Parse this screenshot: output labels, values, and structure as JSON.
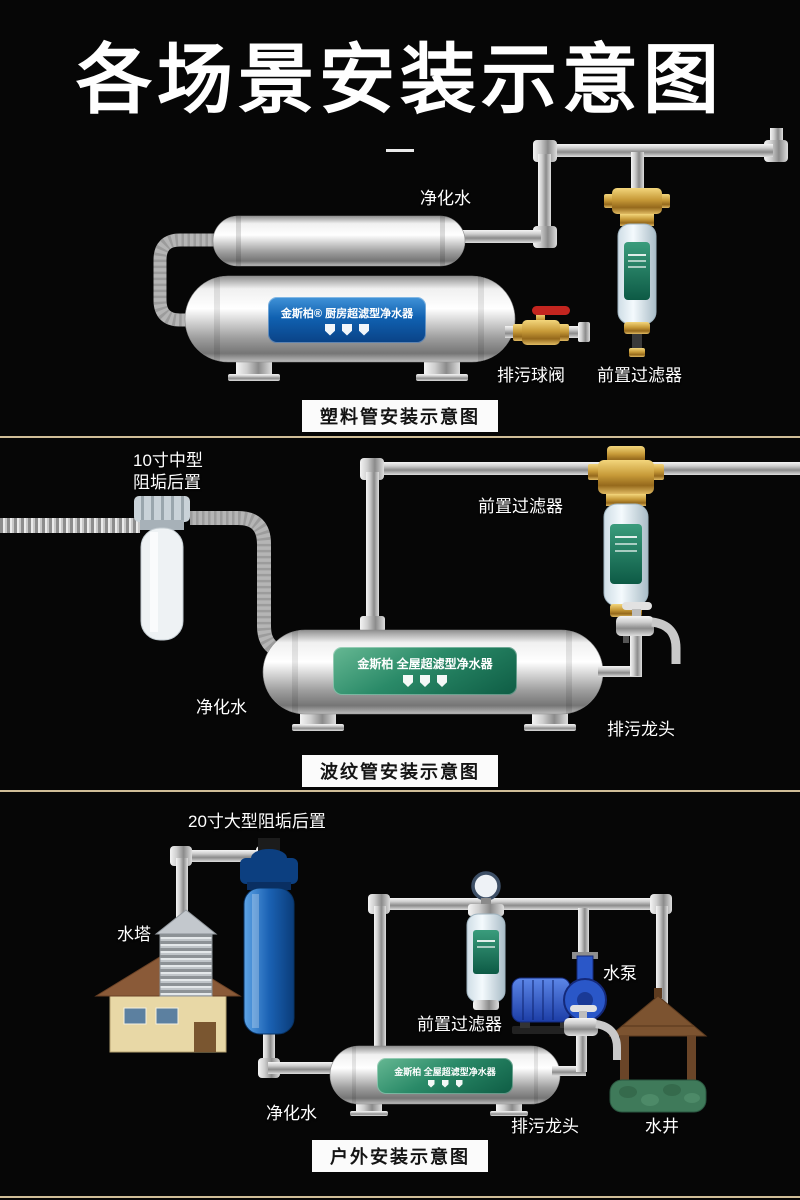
{
  "title": "各场景安装示意图",
  "sections": [
    {
      "caption": "塑料管安装示意图",
      "device_label": "金斯柏® 厨房超滤型净水器",
      "labels": {
        "purified_water": "净化水",
        "drain_valve": "排污球阀",
        "prefilter": "前置过滤器"
      }
    },
    {
      "caption": "波纹管安装示意图",
      "device_label": "金斯柏 全屋超滤型净水器",
      "labels": {
        "postfilter": "10寸中型阻垢后置",
        "prefilter": "前置过滤器",
        "purified_water": "净化水",
        "drain_faucet": "排污龙头"
      }
    },
    {
      "caption": "户外安装示意图",
      "device_label": "金斯柏 全屋超滤型净水器",
      "labels": {
        "postfilter": "20寸大型阻垢后置",
        "water_tower": "水塔",
        "prefilter": "前置过滤器",
        "pump": "水泵",
        "purified_water": "净化水",
        "drain_faucet": "排污龙头",
        "well": "水井"
      }
    }
  ],
  "colors": {
    "background": "#060606",
    "divider": "#cfbd97",
    "brass": "#c79a38",
    "label_blue": "#1061b1",
    "label_teal": "#2a8a68",
    "valve_red": "#c3251f"
  }
}
